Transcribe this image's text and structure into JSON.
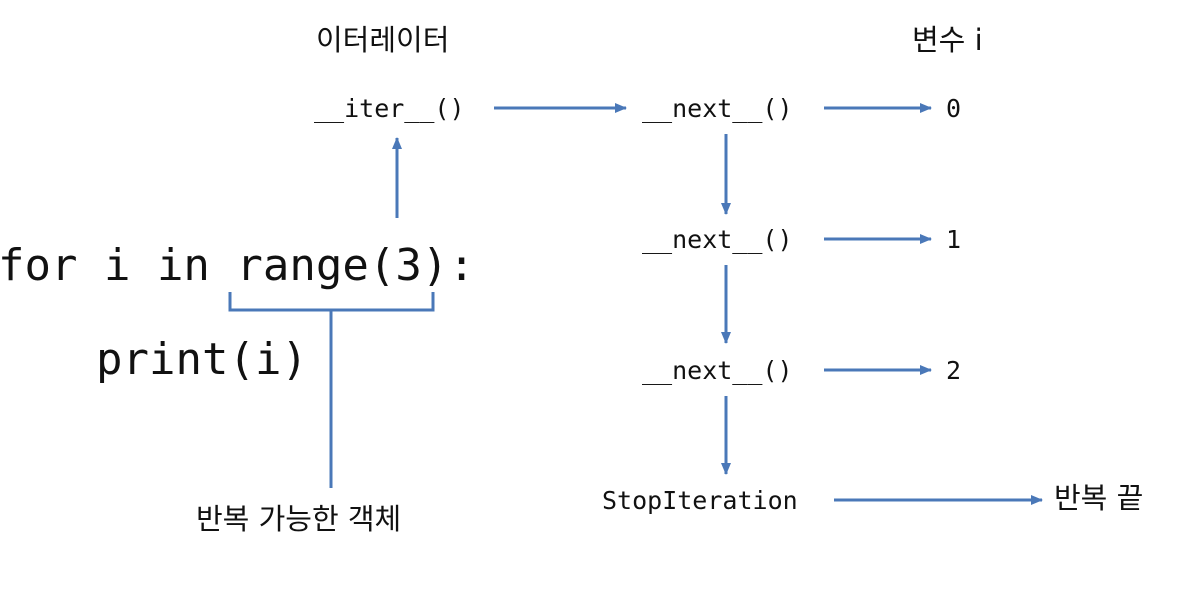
{
  "headers": {
    "iterator": "이터레이터",
    "variable": "변수 i"
  },
  "code": {
    "for_line": "for i in range(3):",
    "body_line": "print(i)"
  },
  "calls": {
    "iter": "__iter__()",
    "next_1": "__next__()",
    "next_2": "__next__()",
    "next_3": "__next__()",
    "stop": "StopIteration"
  },
  "values": {
    "v0": "0",
    "v1": "1",
    "v2": "2"
  },
  "notes": {
    "iterable": "반복 가능한 객체",
    "loop_end": "반복 끝"
  },
  "colors": {
    "arrow": "#4a78b8",
    "text": "#111111"
  }
}
